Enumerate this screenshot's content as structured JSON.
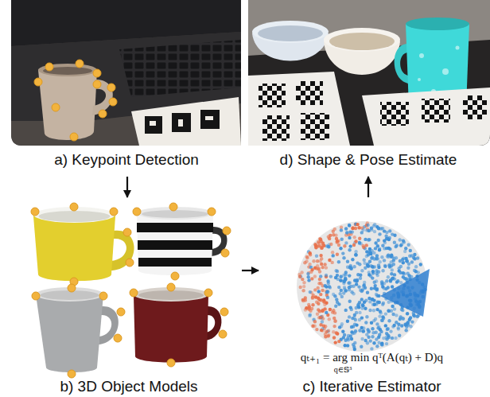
{
  "diagram": {
    "nodes": [
      {
        "text": [
          "a) Keypoint Detection"
        ]
      },
      {
        "text": [
          "d) Shape & Pose Estimate"
        ]
      },
      {
        "text": [
          "b) 3D Object Models"
        ]
      },
      {
        "text": [
          "qₜ₊₁ = arg min qᵀ(A(qₜ) + D)q",
          "q∈𝕊³",
          "c) Iterative Estimator"
        ]
      }
    ],
    "edges": [
      {
        "from": 0,
        "to": 2,
        "arrow": "to"
      },
      {
        "from": 2,
        "to": 3,
        "arrow": "to"
      },
      {
        "from": 3,
        "to": 1,
        "arrow": "to"
      }
    ]
  }
}
